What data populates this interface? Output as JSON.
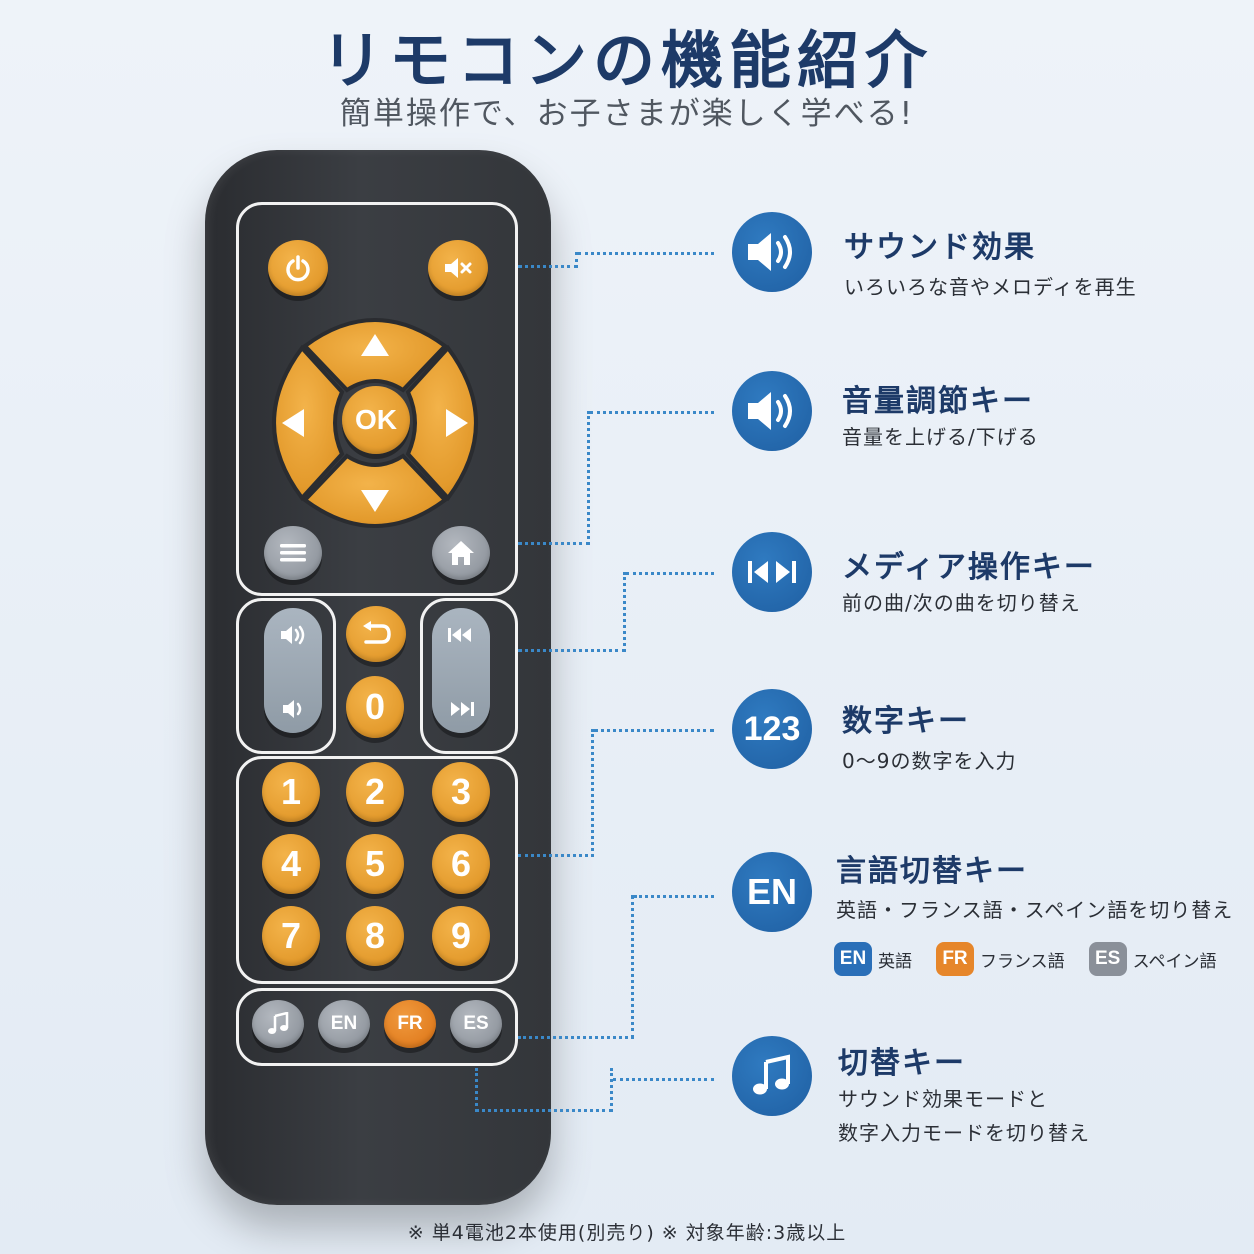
{
  "header": {
    "title": "リモコンの機能紹介",
    "subtitle": "簡単操作で、お子さまが楽しく学べる!"
  },
  "remote": {
    "ok_label": "OK",
    "zero_label": "0",
    "number_keys": [
      "1",
      "2",
      "3",
      "4",
      "5",
      "6",
      "7",
      "8",
      "9"
    ],
    "language_keys": [
      "EN",
      "FR",
      "ES"
    ]
  },
  "features": [
    {
      "title": "サウンド効果",
      "desc": "いろいろな音やメロディを再生"
    },
    {
      "title": "音量調節キー",
      "desc": "音量を上げる/下げる"
    },
    {
      "title": "メディア操作キー",
      "desc": "前の曲/次の曲を切り替え"
    },
    {
      "title": "数字キー",
      "desc": "0〜9の数字を入力",
      "icon_text": "123"
    },
    {
      "title": "言語切替キー",
      "desc": "英語・フランス語・スペイン語を切り替え",
      "icon_text": "EN"
    },
    {
      "title": "切替キー",
      "desc_line1": "サウンド効果モードと",
      "desc_line2": "数字入力モードを切り替え"
    }
  ],
  "languages": [
    {
      "code": "EN",
      "name": "英語",
      "color": "#2a6fb8"
    },
    {
      "code": "FR",
      "name": "フランス語",
      "color": "#e6862a"
    },
    {
      "code": "ES",
      "name": "スペイン語",
      "color": "#8a9099"
    }
  ],
  "footnote": "※ 単4電池2本使用(別売り) ※ 対象年齢:3歳以上",
  "colors": {
    "accent_blue": "#1f5fa2",
    "button_orange": "#e39a2c",
    "button_grey": "#8e949c",
    "remote_body": "#33363a"
  }
}
